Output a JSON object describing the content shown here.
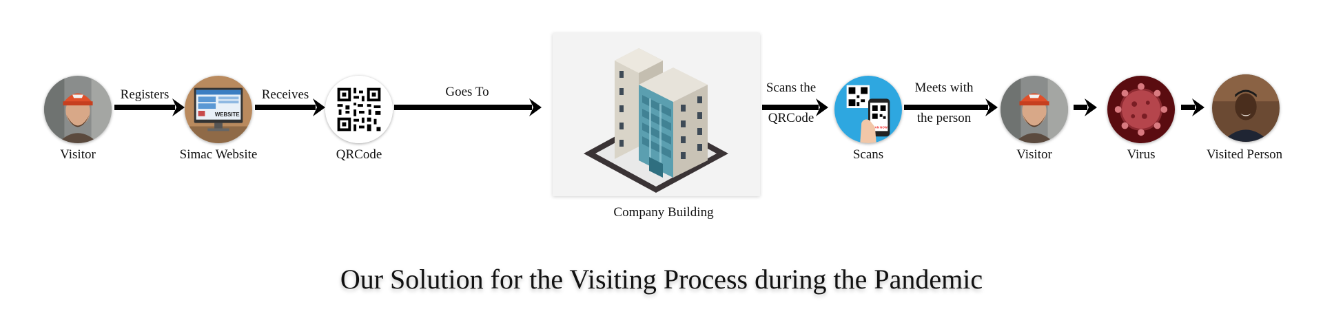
{
  "nodes": {
    "visitor1": "Visitor",
    "website": "Simac Website",
    "website_screen_text": "WEBSITE",
    "qrcode": "QRCode",
    "building": "Company Building",
    "scans": "Scans",
    "scans_phone_text": "SCAN NOW",
    "visitor2": "Visitor",
    "virus": "Virus",
    "visited": "Visited Person"
  },
  "edges": {
    "registers": "Registers",
    "receives": "Receives",
    "goes_to": "Goes To",
    "scans_the_line1": "Scans the",
    "scans_the_line2": "QRCode",
    "meets_with_line1": "Meets with",
    "meets_with_line2": "the person"
  },
  "title": "Our Solution for the Visiting Process during the Pandemic",
  "colors": {
    "arrow": "#000000",
    "cap": "#e0502a",
    "scan_bg": "#2ea7e0",
    "virus_bg": "#6b0f14",
    "card_bg": "#f3f3f3"
  }
}
